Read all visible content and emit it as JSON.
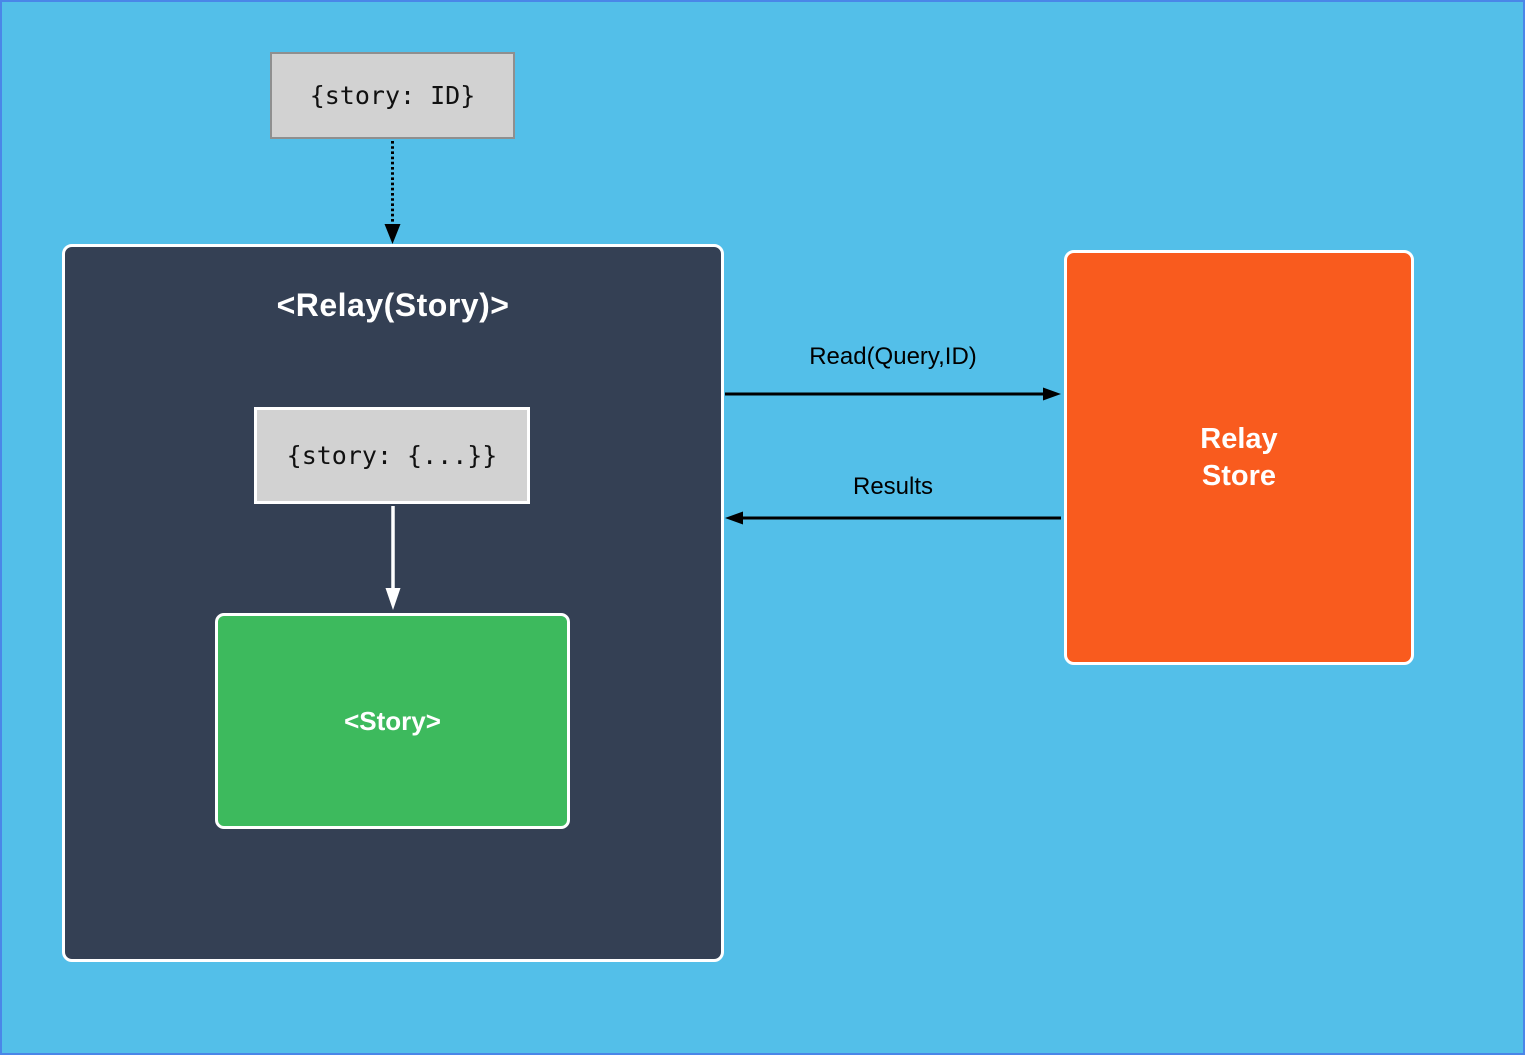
{
  "diagram": {
    "nodes": {
      "story_id": {
        "label": "{story: ID}"
      },
      "relay_story": {
        "title": "<Relay(Story)>"
      },
      "story_props": {
        "label": "{story: {...}}"
      },
      "story": {
        "label": "<Story>"
      },
      "relay_store": {
        "lines": [
          "Relay",
          "Store"
        ]
      }
    },
    "edges": {
      "read": {
        "label": "Read(Query,ID)"
      },
      "results": {
        "label": "Results"
      }
    },
    "colors": {
      "canvas_bg": "#53BFE9",
      "frame_border": "#4A86E8",
      "relay_container": "#344054",
      "story_node": "#3DBA5D",
      "relay_store_node": "#F95B1E",
      "literal_box": "#D2D2D2",
      "arrow_dark": "#000000",
      "arrow_light": "#FFFFFF"
    }
  }
}
